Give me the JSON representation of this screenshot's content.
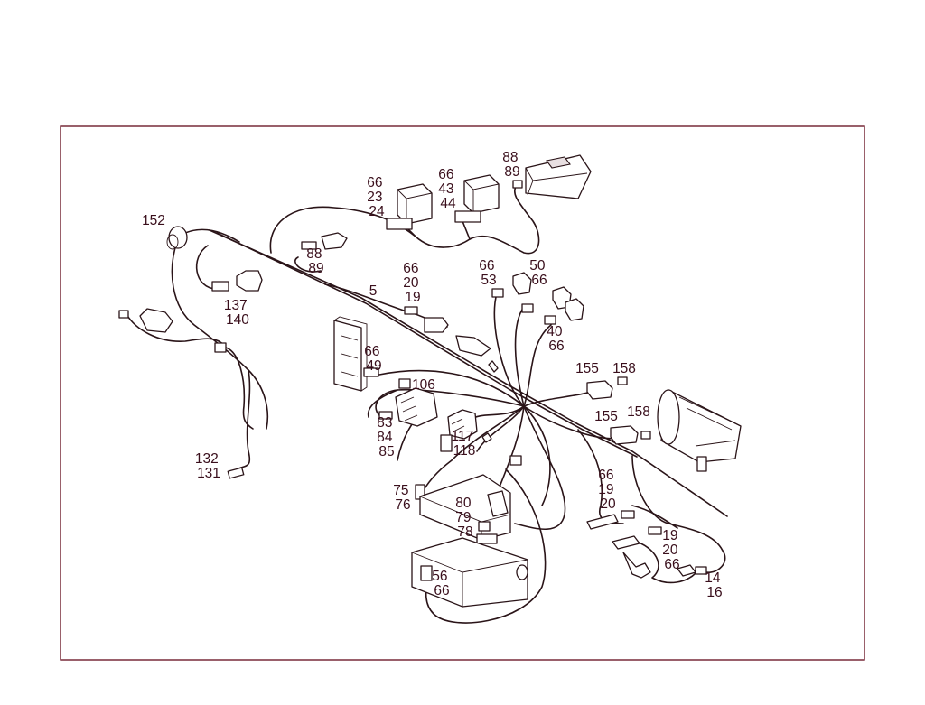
{
  "callouts": [
    {
      "id": "c152",
      "lines": [
        "152"
      ]
    },
    {
      "id": "c88a",
      "lines": [
        "88",
        "89"
      ]
    },
    {
      "id": "c66a",
      "lines": [
        "66",
        "23",
        "24"
      ]
    },
    {
      "id": "c66b",
      "lines": [
        "66",
        "43",
        "44"
      ]
    },
    {
      "id": "c88b",
      "lines": [
        "88",
        "89"
      ]
    },
    {
      "id": "c137",
      "lines": [
        "137",
        "140"
      ]
    },
    {
      "id": "c5",
      "lines": [
        "5"
      ]
    },
    {
      "id": "c66c",
      "lines": [
        "66",
        "20",
        "19"
      ]
    },
    {
      "id": "c66d",
      "lines": [
        "66",
        "53"
      ]
    },
    {
      "id": "c50",
      "lines": [
        "50",
        "66"
      ]
    },
    {
      "id": "c40",
      "lines": [
        "40",
        "66"
      ]
    },
    {
      "id": "c66e",
      "lines": [
        "66",
        "49"
      ]
    },
    {
      "id": "c155a",
      "lines": [
        "155"
      ]
    },
    {
      "id": "c158a",
      "lines": [
        "158"
      ]
    },
    {
      "id": "c106",
      "lines": [
        "106"
      ]
    },
    {
      "id": "c155b",
      "lines": [
        "155"
      ]
    },
    {
      "id": "c158b",
      "lines": [
        "158"
      ]
    },
    {
      "id": "c83",
      "lines": [
        "83",
        "84",
        "85"
      ]
    },
    {
      "id": "c117",
      "lines": [
        "117",
        "118"
      ]
    },
    {
      "id": "c132",
      "lines": [
        "132",
        "131"
      ]
    },
    {
      "id": "c66f",
      "lines": [
        "66",
        "19",
        "20"
      ]
    },
    {
      "id": "c75",
      "lines": [
        "75",
        "76"
      ]
    },
    {
      "id": "c80",
      "lines": [
        "80",
        "79",
        "78"
      ]
    },
    {
      "id": "c19",
      "lines": [
        "19",
        "20",
        "66"
      ]
    },
    {
      "id": "c14",
      "lines": [
        "14",
        "16"
      ]
    },
    {
      "id": "c56",
      "lines": [
        "56",
        "66"
      ]
    }
  ]
}
